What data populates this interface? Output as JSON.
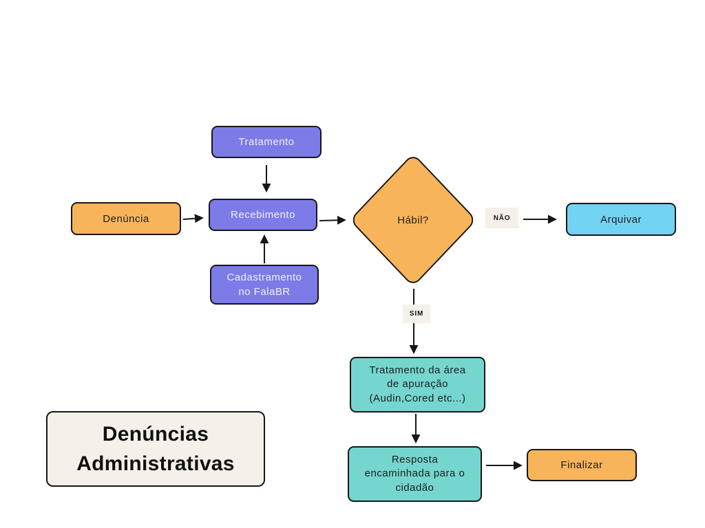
{
  "title": {
    "lines": [
      "Denúncias",
      "Administrativas"
    ]
  },
  "nodes": {
    "tratamento": {
      "label": "Tratamento",
      "type": "process",
      "color": "#7c7be8"
    },
    "denuncia": {
      "label": "Denúncia",
      "type": "start",
      "color": "#f8b45a"
    },
    "recebimento": {
      "label": "Recebimento",
      "type": "process",
      "color": "#7c7be8"
    },
    "cadastramento": {
      "lines": [
        "Cadastramento",
        "no FalaBR"
      ],
      "type": "process",
      "color": "#7c7be8"
    },
    "habil": {
      "label": "Hábil?",
      "type": "decision",
      "color": "#f8b45a"
    },
    "arquivar": {
      "label": "Arquivar",
      "type": "terminal",
      "color": "#72d3f2"
    },
    "tratamento_area": {
      "lines": [
        "Tratamento da área",
        "de apuração",
        "(Audin,Cored etc...)"
      ],
      "type": "process",
      "color": "#74d6ce"
    },
    "resposta": {
      "lines": [
        "Resposta",
        "encaminhada para o",
        "cidadão"
      ],
      "type": "process",
      "color": "#74d6ce"
    },
    "finalizar": {
      "label": "Finalizar",
      "type": "terminal",
      "color": "#f8b45a"
    }
  },
  "edge_labels": {
    "nao": "NÃO",
    "sim": "SIM"
  },
  "colors": {
    "background": "#ffffff",
    "purple": "#7c7be8",
    "orange": "#f8b45a",
    "teal": "#74d6ce",
    "light_blue": "#72d3f2",
    "beige": "#f5f0e8",
    "stroke": "#161616",
    "text_dark": "#1d1d1f",
    "text_light": "#f2f1fc"
  }
}
